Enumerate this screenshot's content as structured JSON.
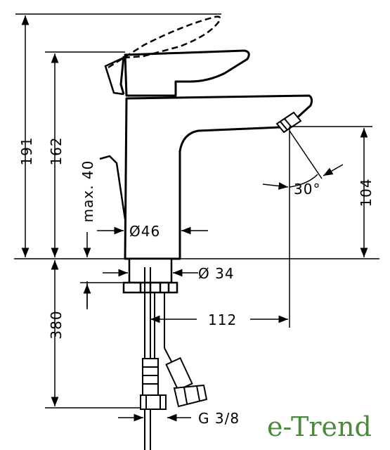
{
  "dimensions": {
    "total_height": "191",
    "body_height": "162",
    "max_lift": "max. 40",
    "outlet_height": "104",
    "body_diameter": "Ø46",
    "shank_diameter": "Ø 34",
    "spout_reach": "112",
    "spout_angle": "30°",
    "under_counter": "380",
    "connection": "G 3/8"
  },
  "watermark": {
    "brand": "e-Trend"
  }
}
